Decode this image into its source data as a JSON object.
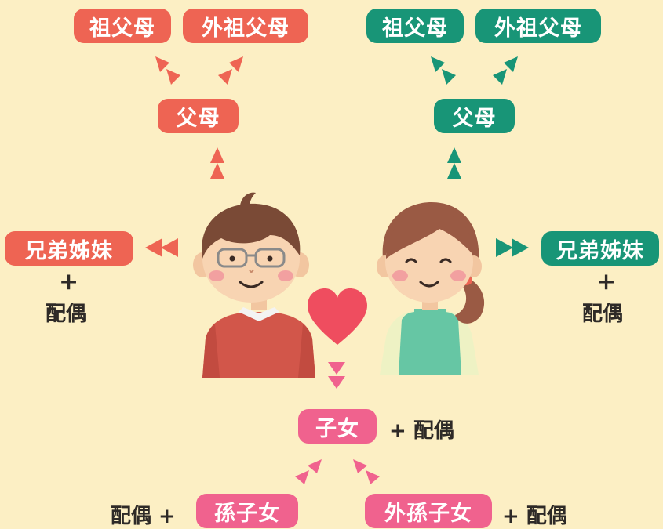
{
  "father_side": {
    "grandparents_paternal": "祖父母",
    "grandparents_maternal": "外祖父母",
    "parents": "父母",
    "siblings": "兄弟姊妹",
    "plus": "+",
    "spouse": "配偶",
    "color": "#ee6453"
  },
  "mother_side": {
    "grandparents_paternal": "祖父母",
    "grandparents_maternal": "外祖父母",
    "parents": "父母",
    "siblings": "兄弟姊妹",
    "plus": "+",
    "spouse": "配偶",
    "color": "#189577"
  },
  "children": {
    "label": "子女",
    "plus_spouse": "+ 配偶",
    "color": "#f0628e"
  },
  "grandchildren": {
    "paternal_label": "孫子女",
    "paternal_prefix": "配偶 +",
    "maternal_label": "外孫子女",
    "maternal_suffix": "+ 配偶"
  },
  "icons": [
    "man-figure",
    "woman-figure",
    "heart-icon",
    "arrow-icons"
  ]
}
